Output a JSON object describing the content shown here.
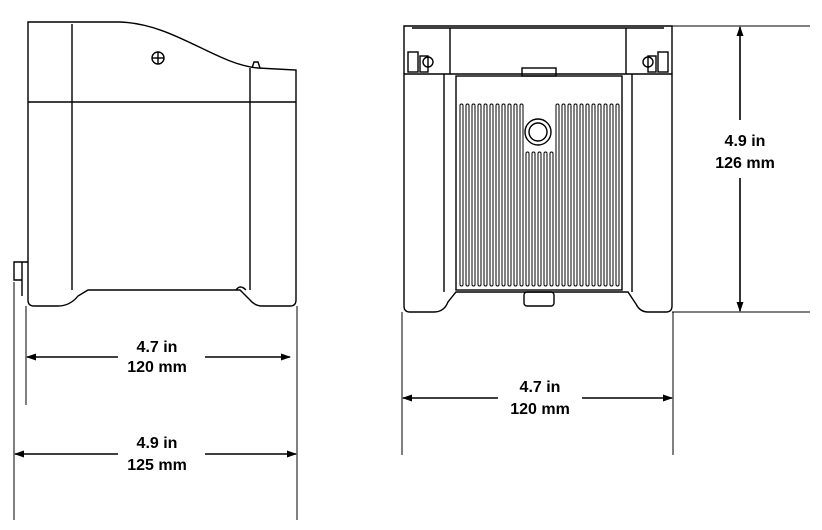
{
  "side_view": {
    "inner_width": {
      "line1": "4.7 in",
      "line2": "120 mm"
    },
    "outer_width": {
      "line1": "4.9 in",
      "line2": "125 mm"
    }
  },
  "front_view": {
    "width": {
      "line1": "4.7 in",
      "line2": "120 mm"
    },
    "height": {
      "line1": "4.9 in",
      "line2": "126 mm"
    }
  },
  "colors": {
    "line": "#000000",
    "background": "#ffffff"
  }
}
